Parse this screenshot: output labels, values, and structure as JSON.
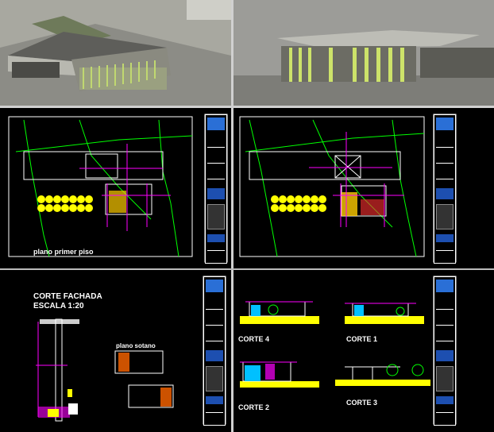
{
  "panels": {
    "plan_first_floor": {
      "label": "plano primer piso"
    },
    "facade": {
      "title": "CORTE FACHADA",
      "scale": "ESCALA 1:20",
      "basement_label": "plano sotano"
    },
    "sections": {
      "labels": [
        "CORTE 4",
        "CORTE 1",
        "CORTE 2",
        "CORTE 3"
      ]
    }
  },
  "colors": {
    "line": "#ffffff",
    "axis": "#ff00ff",
    "terrain": "#00ff00",
    "tree": "#ffff00",
    "titleblock": "#2a6fd6",
    "render_bg": "#9a9a9a",
    "facade_fin": "#b4e05a"
  }
}
